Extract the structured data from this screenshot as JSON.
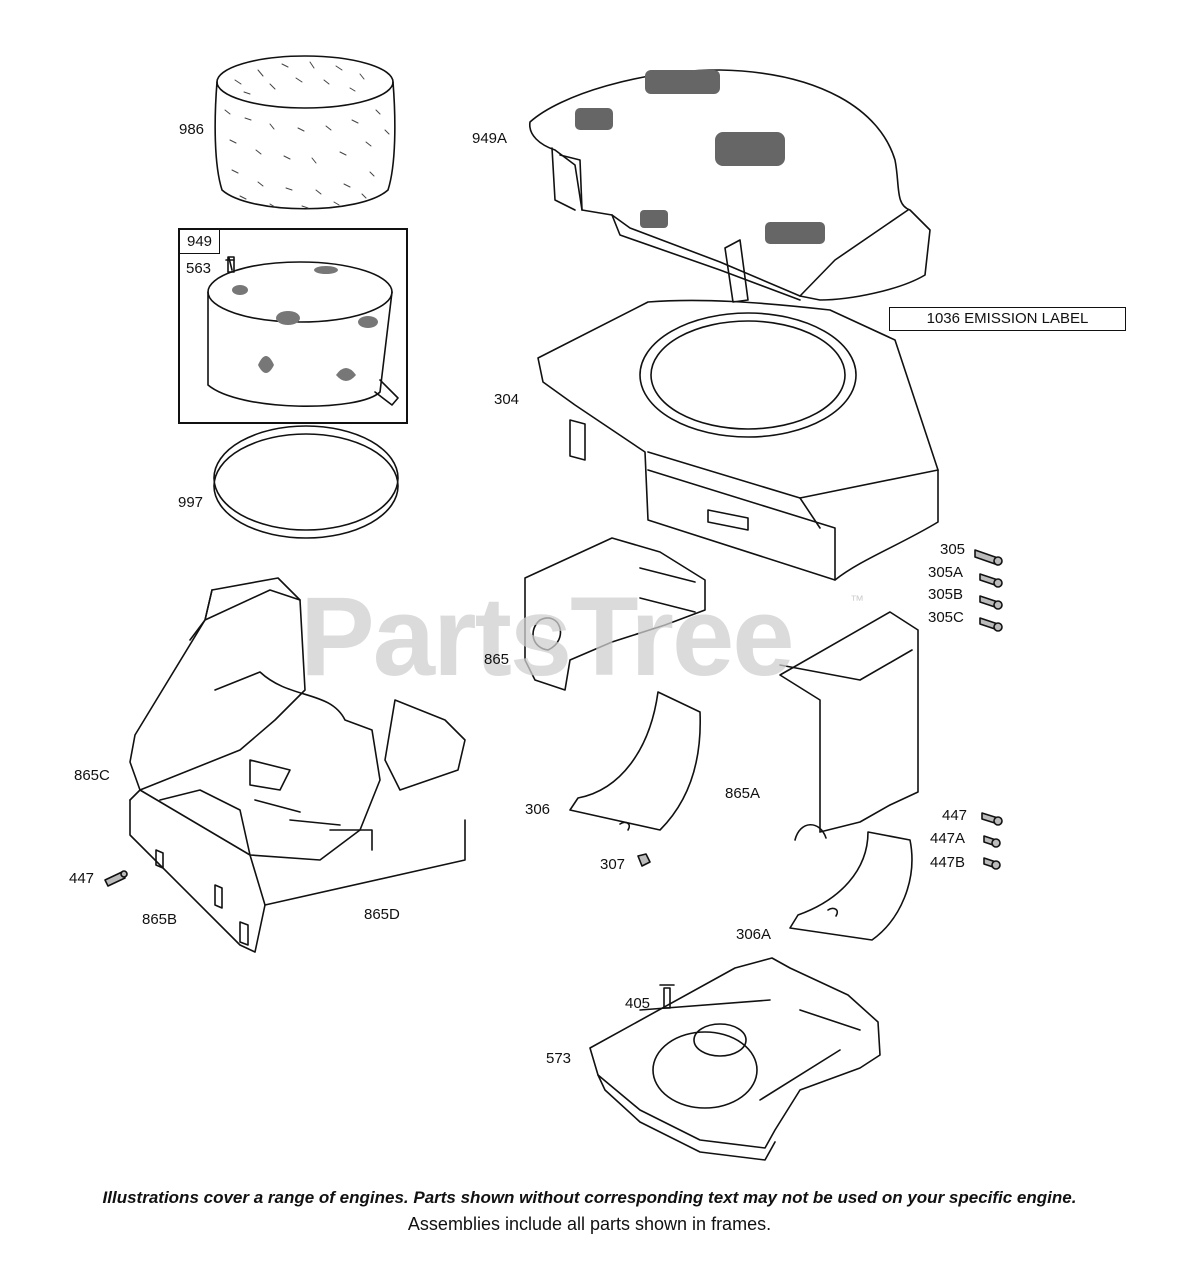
{
  "watermark": {
    "text": "PartsTree",
    "mark": "™"
  },
  "emission_label": "1036 EMISSION LABEL",
  "frame_label": "949",
  "labels": {
    "p986": "986",
    "p949A": "949A",
    "p563": "563",
    "p304": "304",
    "p997": "997",
    "p305": "305",
    "p305A": "305A",
    "p305B": "305B",
    "p305C": "305C",
    "p865": "865",
    "p865C": "865C",
    "p865A": "865A",
    "p306": "306",
    "p447r": "447",
    "p447A": "447A",
    "p447B": "447B",
    "p307": "307",
    "p447l": "447",
    "p865B": "865B",
    "p865D": "865D",
    "p306A": "306A",
    "p405": "405",
    "p573": "573"
  },
  "footer": {
    "line1": "Illustrations cover a range of engines. Parts shown without corresponding text may not be used on your specific engine.",
    "line2": "Assemblies include all parts shown in frames."
  }
}
